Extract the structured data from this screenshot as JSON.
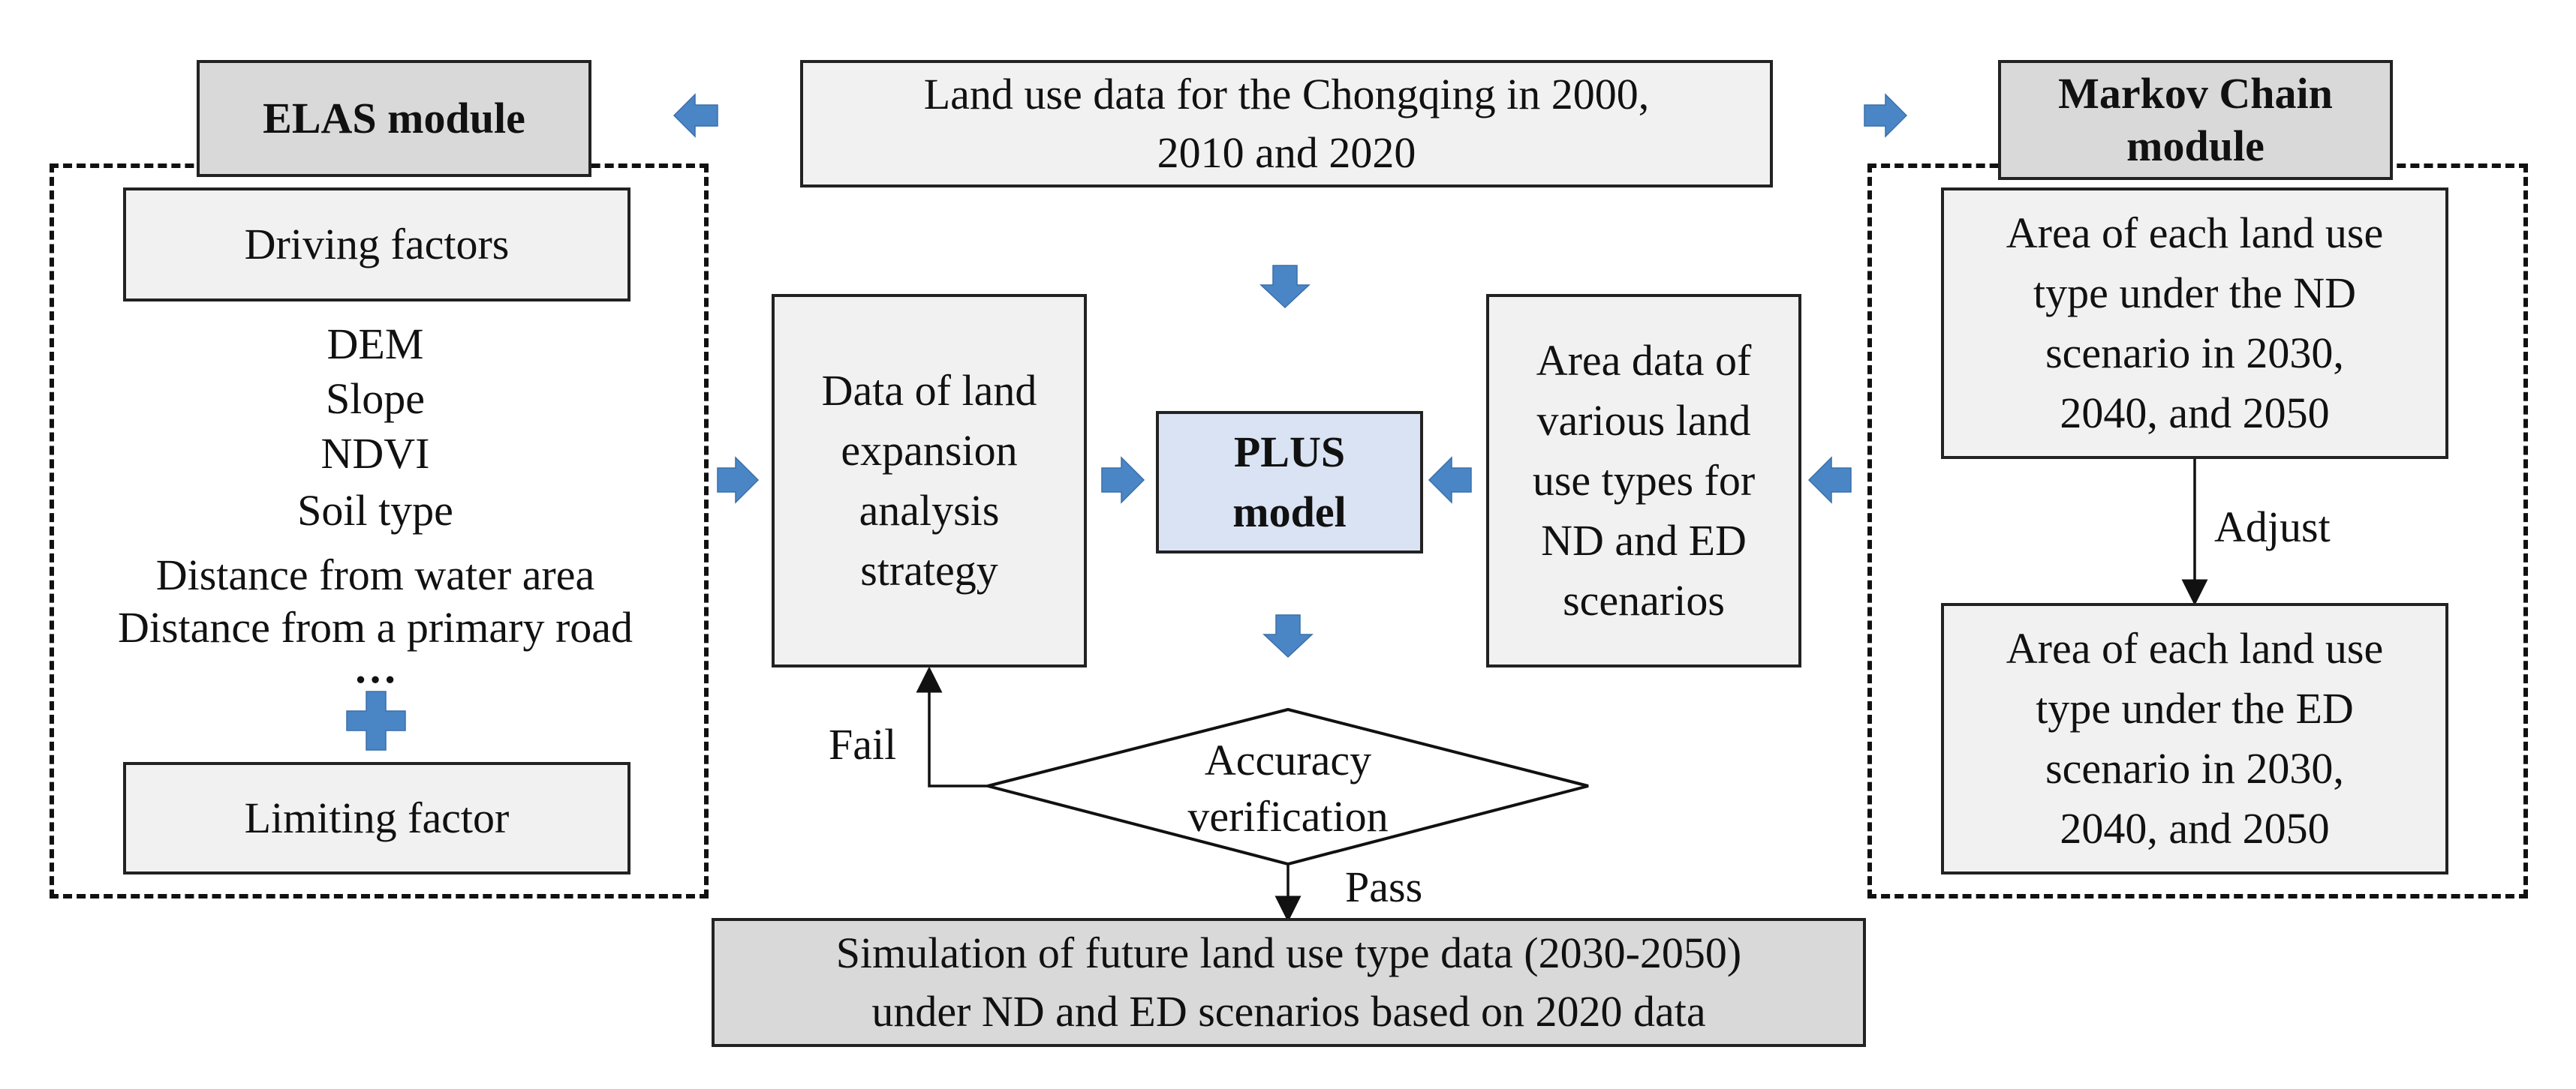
{
  "colors": {
    "box_fill": "#f1f1f1",
    "header_fill": "#d9d9d9",
    "plus_fill": "#dae3f3",
    "block_arrow": "#4a86c6",
    "border": "#222222",
    "line": "#111111"
  },
  "icons": {
    "block_arrows": "blue-block-arrow-icon",
    "plus": "blue-plus-icon"
  },
  "top_input": {
    "line1": "Land use data for the Chongqing in 2000,",
    "line2": "2010 and 2020"
  },
  "elas": {
    "title": "ELAS module",
    "driving_factors": "Driving factors",
    "factors": [
      "DEM",
      "Slope",
      "NDVI",
      "Soil type",
      "Distance from water area",
      "Distance from a primary road",
      "…"
    ],
    "limiting_factor": "Limiting factor"
  },
  "markov": {
    "title_line1": "Markov Chain",
    "title_line2": "module",
    "nd_area": [
      "Area of each land use",
      "type under the ND",
      "scenario in 2030,",
      "2040, and 2050"
    ],
    "adjust": "Adjust",
    "ed_area": [
      "Area of each land use",
      "type under the ED",
      "scenario in 2030,",
      "2040, and 2050"
    ]
  },
  "center": {
    "strategy": [
      "Data of land",
      "expansion",
      "analysis",
      "strategy"
    ],
    "plus_model": [
      "PLUS",
      "model"
    ],
    "area_data": [
      "Area data of",
      "various land",
      "use types for",
      "ND and ED",
      "scenarios"
    ],
    "accuracy": [
      "Accuracy",
      "verification"
    ],
    "fail": "Fail",
    "pass": "Pass"
  },
  "output": {
    "line1": "Simulation of future land use type data (2030-2050)",
    "line2": "under ND and ED scenarios based on 2020 data"
  }
}
